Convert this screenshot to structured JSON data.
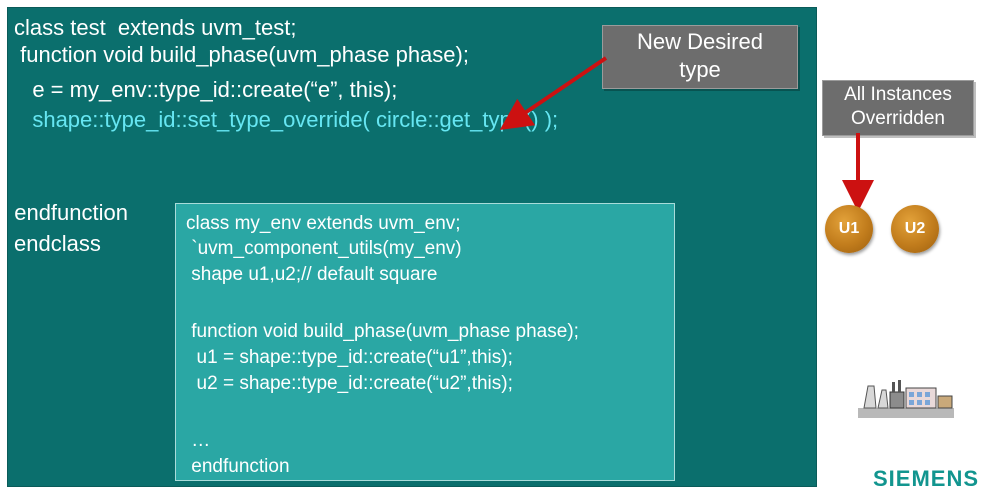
{
  "code": {
    "line1": "class test  extends uvm_test;",
    "line2": " function void build_phase(uvm_phase phase);",
    "line3": "   e = my_env::type_id::create(“e”, this);",
    "line4": "   shape::type_id::set_type_override( circle::get_type() );",
    "endfunction": "  endfunction",
    "endclass": "endclass"
  },
  "inner": {
    "line1": "class my_env extends uvm_env;",
    "line2": " `uvm_component_utils(my_env)",
    "line3": " shape u1,u2;// default square",
    "line4": " function void build_phase(uvm_phase phase);",
    "line5": "  u1 = shape::type_id::create(“u1”,this);",
    "line6": "  u2 = shape::type_id::create(“u2”,this);",
    "line7": " …",
    "line8": " endfunction"
  },
  "callouts": {
    "new_desired_line1": "New Desired",
    "new_desired_line2": "type",
    "all_instances_line1": "All Instances",
    "all_instances_line2": "Overridden"
  },
  "instances": [
    "U1",
    "U2"
  ],
  "brand": "SIEMENS",
  "colors": {
    "panel": "#0b6f6d",
    "inner_panel": "#2aa7a4",
    "highlight_text": "#66e6f2",
    "arrow": "#cc1111",
    "callout": "#6d6d6d",
    "instance_circle": "#c17c1c",
    "brand": "#12958f"
  },
  "icons": [
    "factory-icon"
  ]
}
